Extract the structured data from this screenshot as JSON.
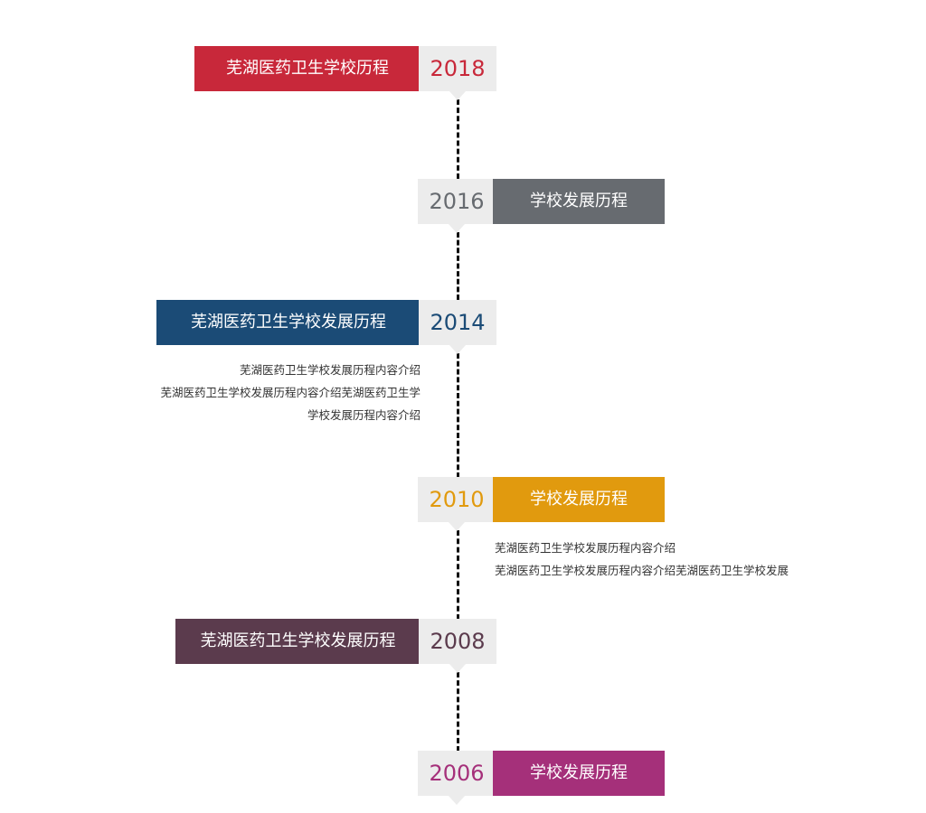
{
  "colors": {
    "year_box_bg": "#ececec",
    "spine": "#111111"
  },
  "timeline": [
    {
      "year": "2018",
      "title": "芜湖医药卫生学校历程",
      "color": "#c8283a",
      "description": []
    },
    {
      "year": "2016",
      "title": "学校发展历程",
      "color": "#676b70",
      "description": []
    },
    {
      "year": "2014",
      "title": "芜湖医药卫生学校发展历程",
      "color": "#1b4b76",
      "description": [
        "芜湖医药卫生学校发展历程内容介绍",
        "芜湖医药卫生学校发展历程内容介绍芜湖医药卫生学",
        "学校发展历程内容介绍"
      ]
    },
    {
      "year": "2010",
      "title": "学校发展历程",
      "color": "#e19a0e",
      "description": [
        "芜湖医药卫生学校发展历程内容介绍",
        "芜湖医药卫生学校发展历程内容介绍芜湖医药卫生学校发展"
      ]
    },
    {
      "year": "2008",
      "title": "芜湖医药卫生学校发展历程",
      "color": "#5b3b4d",
      "description": []
    },
    {
      "year": "2006",
      "title": "学校发展历程",
      "color": "#a5307a",
      "description": []
    }
  ]
}
